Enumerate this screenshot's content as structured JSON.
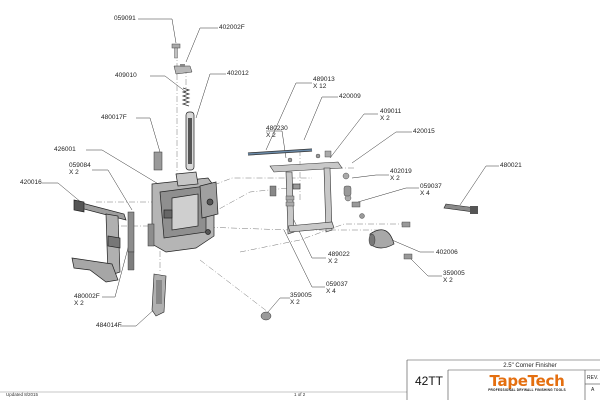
{
  "parts": [
    {
      "key": "p059091",
      "lines": [
        "059091"
      ]
    },
    {
      "key": "p402002f",
      "lines": [
        "402002F"
      ]
    },
    {
      "key": "p409010",
      "lines": [
        "409010"
      ]
    },
    {
      "key": "p402012",
      "lines": [
        "402012"
      ]
    },
    {
      "key": "p489013",
      "lines": [
        "489013",
        "X 12"
      ]
    },
    {
      "key": "p420009",
      "lines": [
        "420009"
      ]
    },
    {
      "key": "p409011",
      "lines": [
        "409011",
        "X 2"
      ]
    },
    {
      "key": "p480017f",
      "lines": [
        "480017F"
      ]
    },
    {
      "key": "p480230",
      "lines": [
        "480230",
        "X 2"
      ]
    },
    {
      "key": "p420015",
      "lines": [
        "420015"
      ]
    },
    {
      "key": "p426001",
      "lines": [
        "426001"
      ]
    },
    {
      "key": "p059084",
      "lines": [
        "059084",
        "X 2"
      ]
    },
    {
      "key": "p480021",
      "lines": [
        "480021"
      ]
    },
    {
      "key": "p420016",
      "lines": [
        "420016"
      ]
    },
    {
      "key": "p402019",
      "lines": [
        "402019",
        "X 2"
      ]
    },
    {
      "key": "p059037a",
      "lines": [
        "059037",
        "X 4"
      ]
    },
    {
      "key": "p402006",
      "lines": [
        "402006"
      ]
    },
    {
      "key": "p489022",
      "lines": [
        "489022",
        "X 2"
      ]
    },
    {
      "key": "p359005a",
      "lines": [
        "359005",
        "X 2"
      ]
    },
    {
      "key": "p059037b",
      "lines": [
        "059037",
        "X 4"
      ]
    },
    {
      "key": "p480002f",
      "lines": [
        "480002F",
        "X 2"
      ]
    },
    {
      "key": "p359005b",
      "lines": [
        "359005",
        "X 2"
      ]
    },
    {
      "key": "p484014f",
      "lines": [
        "484014F"
      ]
    }
  ],
  "title_block": {
    "title": "2.5\" Corner Finisher",
    "code": "42TT",
    "rev_label": "REV.",
    "rev_value": "A",
    "logo_text": "TapeTech",
    "logo_tagline": "PROFESSIONAL DRYWALL FINISHING TOOLS"
  },
  "footer": {
    "updated": "Updated 8/2015",
    "page": "1 of 2"
  }
}
